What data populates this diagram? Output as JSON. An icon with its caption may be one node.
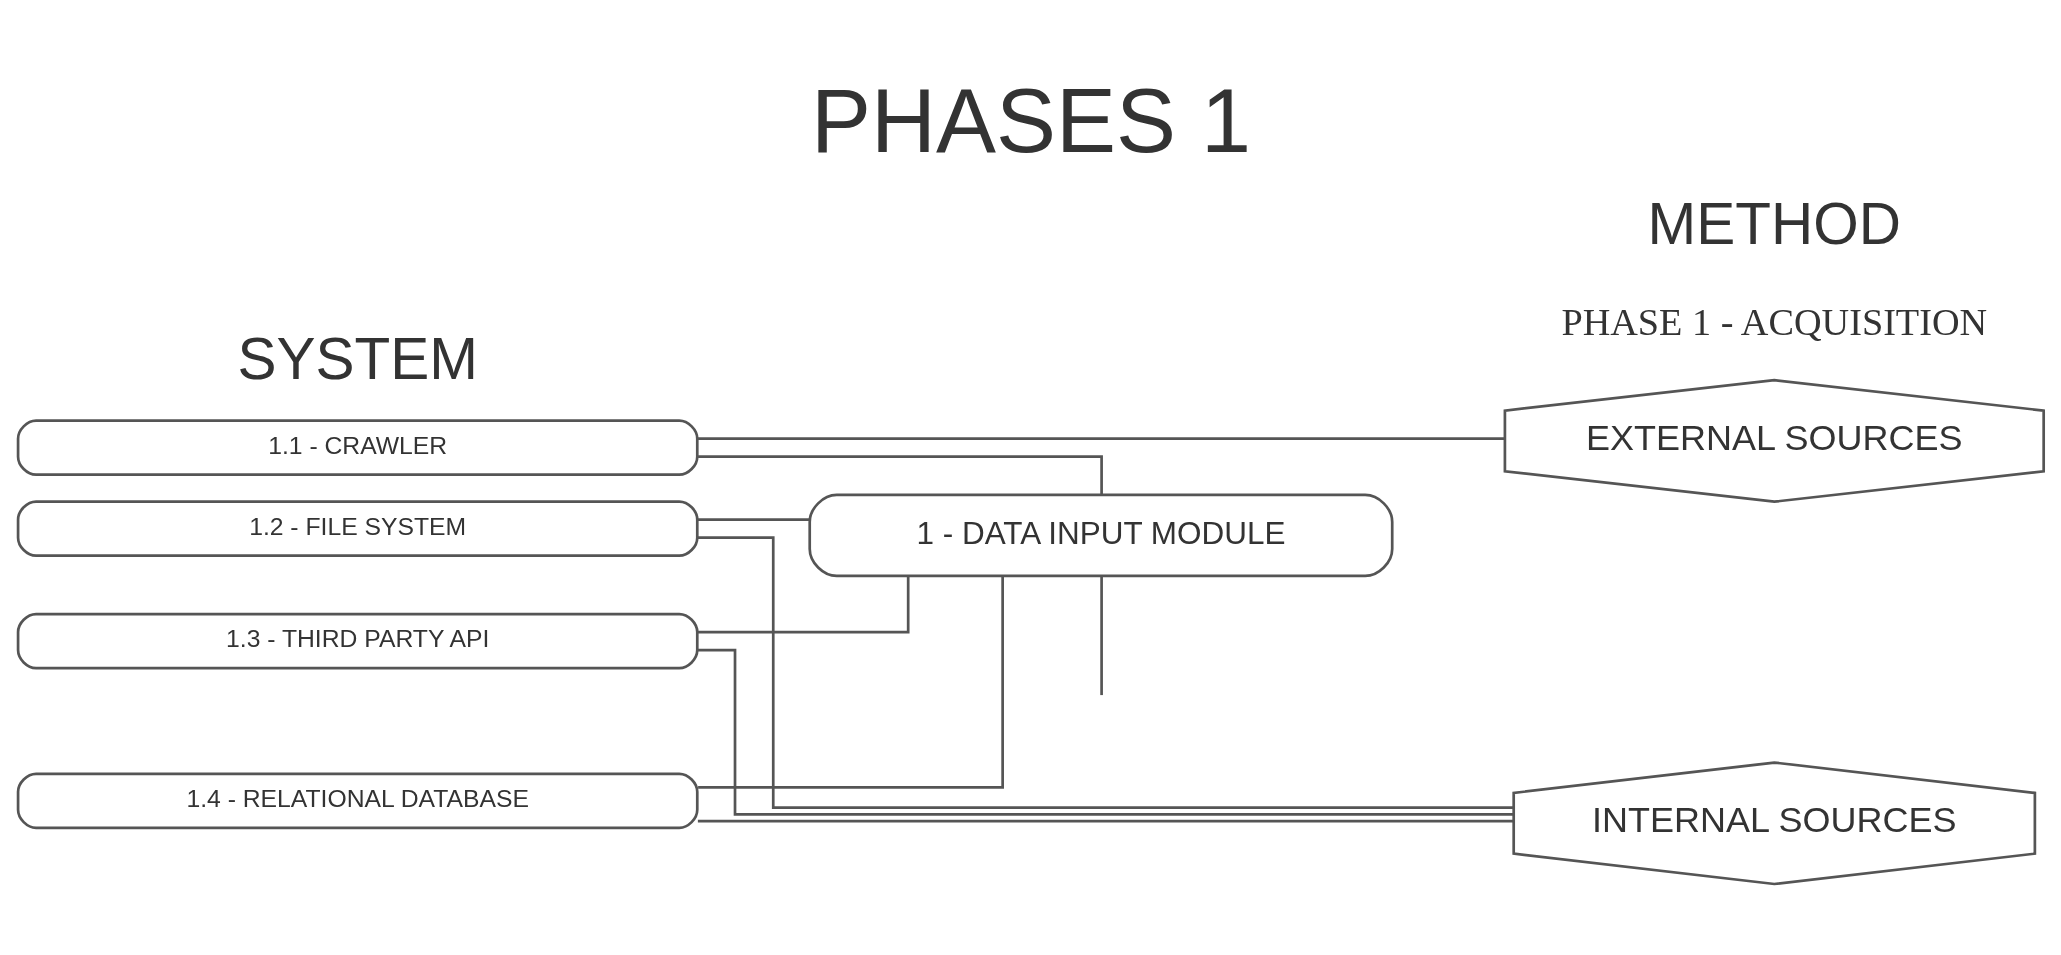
{
  "diagram": {
    "title": "PHASES 1",
    "nodes": [
      {
        "text": [
          "INTERNAL SOURCES"
        ]
      },
      {
        "text": [
          "1.1 - CRAWLER"
        ]
      },
      {
        "text": [
          "1.2 - FILE SYSTEM"
        ]
      },
      {
        "text": [
          "1.3 - THIRD PARTY API"
        ]
      },
      {
        "text": [
          "1.4 - RELATIONAL DATABASE"
        ]
      },
      {
        "text": [
          "1 - DATA INPUT MODULE"
        ]
      },
      {
        "text": [
          "EXTERNAL SOURCES"
        ]
      }
    ],
    "edges": [
      {
        "from": 4,
        "to": 0,
        "arrow": "none"
      },
      {
        "from": 3,
        "to": 0,
        "arrow": "none"
      },
      {
        "from": 2,
        "to": 0,
        "arrow": "none"
      },
      {
        "from": 1,
        "to": 6,
        "arrow": "none"
      },
      {
        "from": 1,
        "to": 5,
        "arrow": "none"
      },
      {
        "from": 2,
        "to": 5,
        "arrow": "none"
      },
      {
        "from": 3,
        "to": 5,
        "arrow": "none"
      },
      {
        "from": 4,
        "to": 5,
        "arrow": "none"
      },
      {
        "from": 5,
        "to": null,
        "arrow": "none"
      }
    ],
    "labels": [
      "SYSTEM",
      "METHOD",
      "PHASE 1 - ACQUISITION"
    ]
  }
}
